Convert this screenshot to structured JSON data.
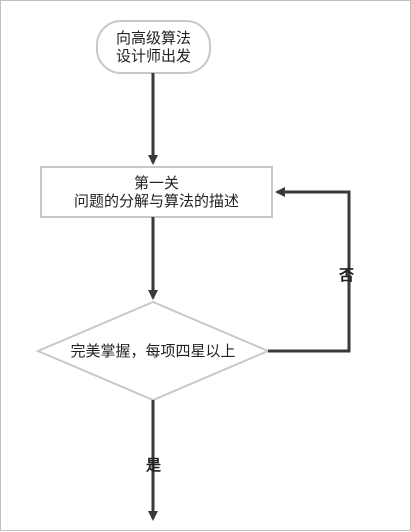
{
  "start": {
    "line1": "向高级算法",
    "line2": "设计师出发"
  },
  "stage": {
    "line1": "第一关",
    "line2": "问题的分解与算法的描述"
  },
  "decision": {
    "text": "完美掌握，每项四星以上"
  },
  "labels": {
    "no": "否",
    "yes": "是"
  },
  "colors": {
    "stroke": "#c8c8c8",
    "arrow": "#3a3a3a",
    "fill": "#ffffff",
    "text": "#222222"
  }
}
